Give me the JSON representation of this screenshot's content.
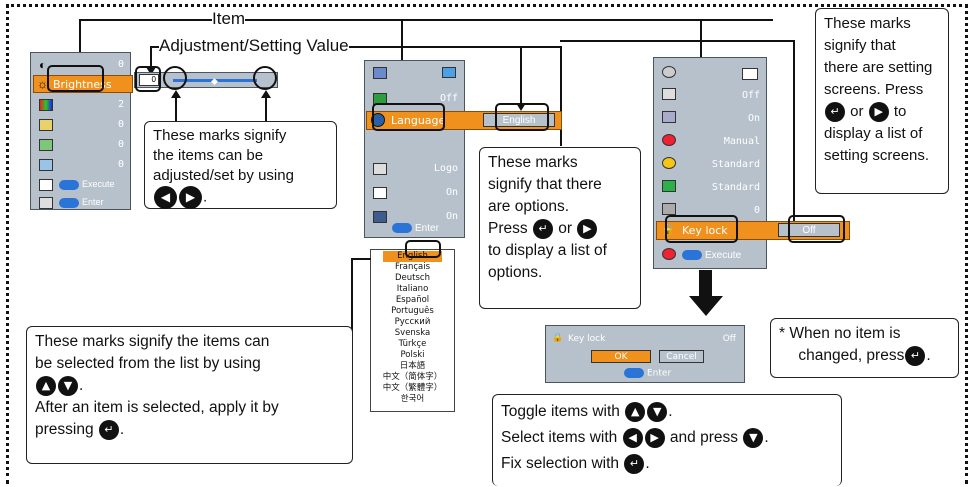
{
  "labels": {
    "item": "Item",
    "adjustment": "Adjustment/Setting Value"
  },
  "menu1": {
    "rows": [
      {
        "value": "0"
      },
      {
        "label": "Brightness",
        "value": "0"
      },
      {
        "value": "2"
      },
      {
        "value": "0"
      },
      {
        "value": "0"
      },
      {
        "value": "0"
      },
      {
        "label": "Execute"
      },
      {
        "label": "Enter"
      }
    ]
  },
  "menu2": {
    "rows": [
      {
        "value": ""
      },
      {
        "value": "Off"
      },
      {
        "label": "Language",
        "value": "English"
      },
      {
        "value": "Logo"
      },
      {
        "value": "On"
      },
      {
        "value": "On"
      },
      {
        "label": "Enter"
      }
    ]
  },
  "menu3": {
    "values": [
      "",
      "Off",
      "On",
      "Manual",
      "Standard",
      "Standard",
      "0"
    ],
    "selected_label": "Key lock",
    "selected_value": "Off",
    "execute": "Execute"
  },
  "language_list": [
    "English",
    "Français",
    "Deutsch",
    "Italiano",
    "Español",
    "Português",
    "Русский",
    "Svenska",
    "Türkçe",
    "Polski",
    "日本語",
    "中文（简体字）",
    "中文（繁體字）",
    "한국어"
  ],
  "dialog": {
    "title": "Key lock",
    "value": "Off",
    "ok": "OK",
    "cancel": "Cancel",
    "enter": "Enter"
  },
  "callouts": {
    "adjust_line1": "These marks signify",
    "adjust_line2": "the items can be",
    "adjust_line3": "adjusted/set by using",
    "options_line1": "These marks",
    "options_line2": "signify that there",
    "options_line3": "are options.",
    "options_press": "Press",
    "options_or": "or",
    "options_line5": "to display a list of",
    "options_line6": "options.",
    "screens_line1": "These marks",
    "screens_line2": "signify that",
    "screens_line3": "there are setting",
    "screens_line4": "screens. Press",
    "screens_or": "or",
    "screens_to": "to",
    "screens_line6": "display a list of",
    "screens_line7": "setting screens.",
    "list_line1": "These marks signify the items can",
    "list_line2": "be selected from the list by using",
    "list_line4": "After an item is selected, apply it by",
    "list_pressing": "pressing",
    "noitem_line1": "* When no item is",
    "noitem_line2": "changed, press",
    "toggle_line1": "Toggle items with",
    "toggle_line2a": "Select items with",
    "toggle_line2b": "and press",
    "toggle_line3": "Fix selection with"
  }
}
